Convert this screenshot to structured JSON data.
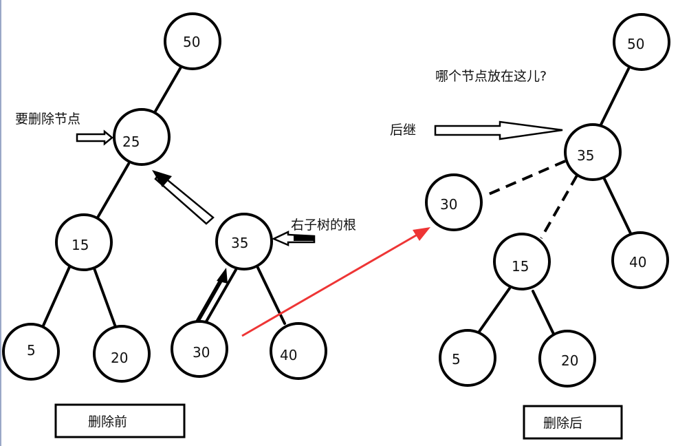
{
  "before_tree": {
    "caption": "删除前",
    "nodes": {
      "n50": "50",
      "n25": "25",
      "n15": "15",
      "n35": "35",
      "n5": "5",
      "n20": "20",
      "n30": "30",
      "n40": "40"
    },
    "annotations": {
      "delete_node": "要删除节点",
      "right_subtree_root": "右子树的根"
    }
  },
  "after_tree": {
    "caption": "删除后",
    "nodes": {
      "n50": "50",
      "n35": "35",
      "n30": "30",
      "n40": "40",
      "n15": "15",
      "n5": "5",
      "n20": "20"
    },
    "annotations": {
      "question": "哪个节点放在这儿?",
      "successor": "后继"
    }
  },
  "colors": {
    "line": "#000000",
    "move_arrow": "#ee3535",
    "background": "#ffffff"
  }
}
